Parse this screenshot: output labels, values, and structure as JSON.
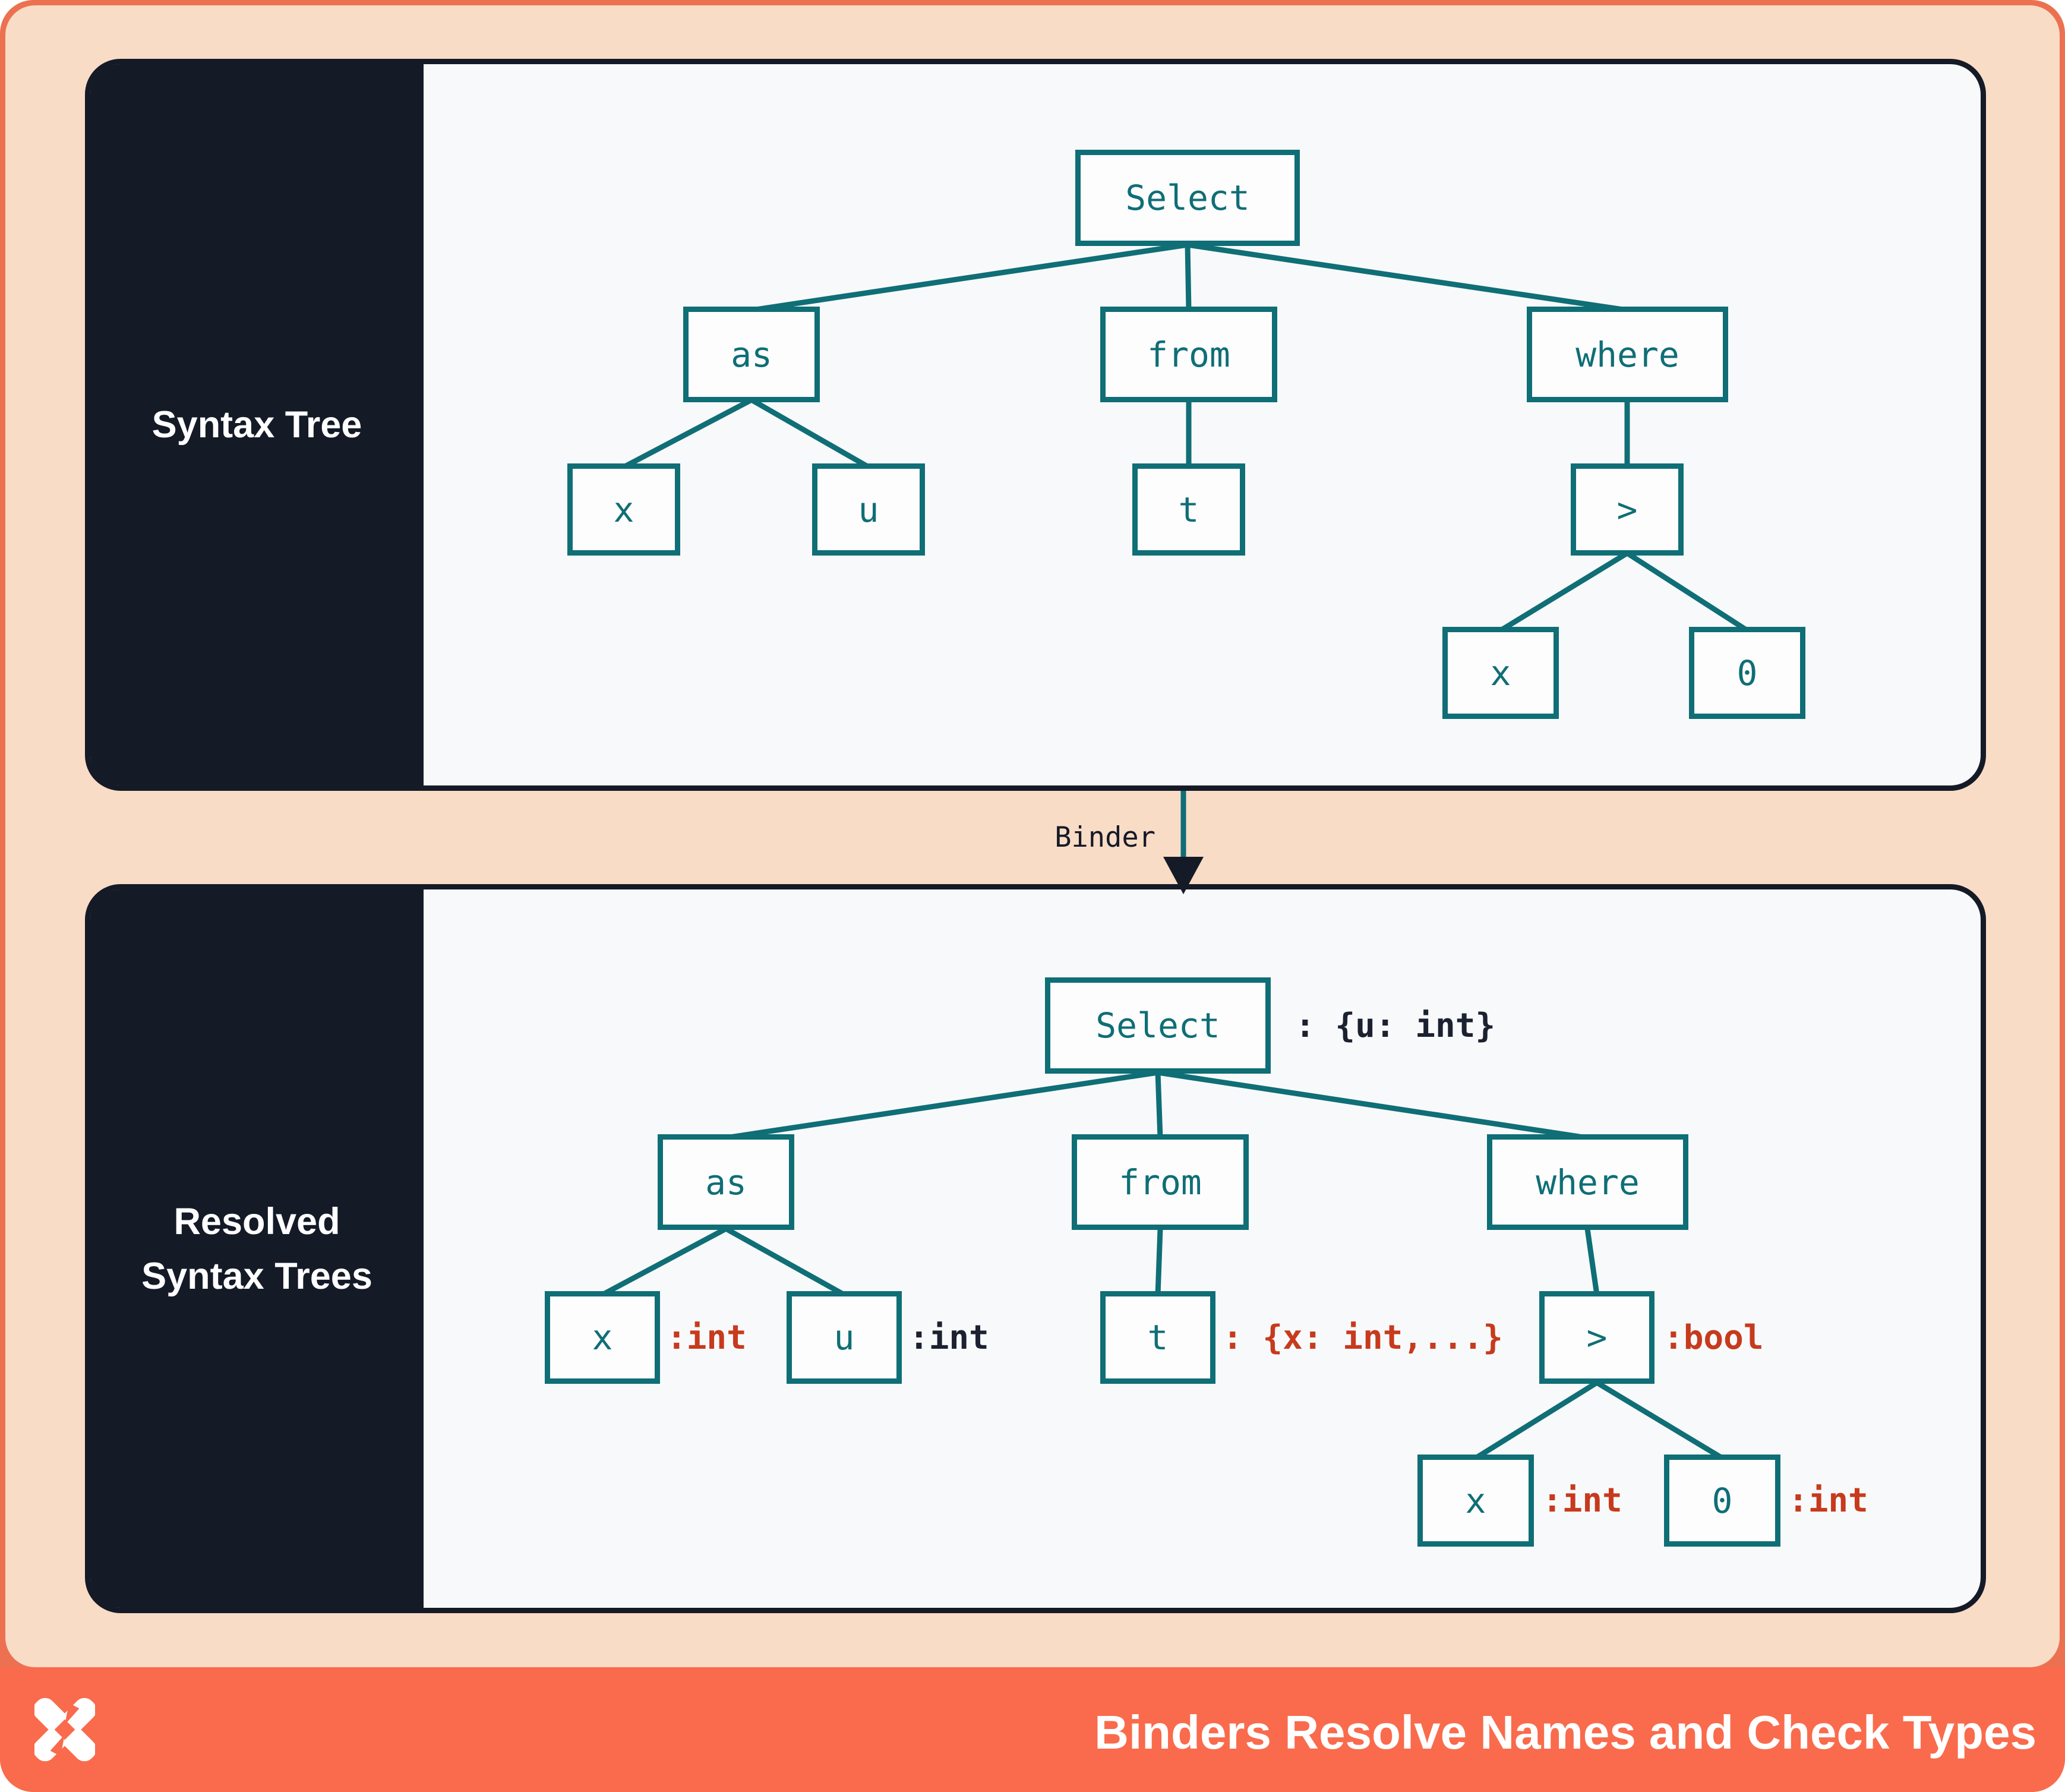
{
  "colors": {
    "frame_border": "#EC7151",
    "canvas_bg": "#F9DCC6",
    "footer_bg": "#F96B4C",
    "footer_text": "#FFFFFF",
    "panel_bg": "#F8F9FA",
    "panel_border": "#151A27",
    "sidebar_bg": "#151A27",
    "node_bg": "#FDFDFE",
    "node_teal": "#0F6E76",
    "annotation_red": "#C73A1D",
    "annotation_dark": "#1B2130"
  },
  "top_panel": {
    "sidebar_label": "Syntax Tree",
    "nodes": {
      "select": {
        "label": "Select"
      },
      "as": {
        "label": "as"
      },
      "from": {
        "label": "from"
      },
      "where": {
        "label": "where"
      },
      "x": {
        "label": "x"
      },
      "u": {
        "label": "u"
      },
      "t": {
        "label": "t"
      },
      "gt": {
        "label": ">"
      },
      "x2": {
        "label": "x"
      },
      "zero": {
        "label": "0"
      }
    }
  },
  "transform_arrow": {
    "label": "Binder"
  },
  "bottom_panel": {
    "sidebar_label_line1": "Resolved",
    "sidebar_label_line2": "Syntax Trees",
    "nodes": {
      "select": {
        "label": "Select",
        "annotation": ": {u: int}",
        "annotation_color": "dark"
      },
      "as": {
        "label": "as"
      },
      "from": {
        "label": "from"
      },
      "where": {
        "label": "where"
      },
      "x": {
        "label": "x",
        "annotation": ":int",
        "annotation_color": "red"
      },
      "u": {
        "label": "u",
        "annotation": ":int",
        "annotation_color": "dark"
      },
      "t": {
        "label": "t",
        "annotation": ": {x: int,...}",
        "annotation_color": "red"
      },
      "gt": {
        "label": ">",
        "annotation": ":bool",
        "annotation_color": "red"
      },
      "x2": {
        "label": "x",
        "annotation": ":int",
        "annotation_color": "red"
      },
      "zero": {
        "label": "0",
        "annotation": ":int",
        "annotation_color": "red"
      }
    }
  },
  "footer": {
    "title": "Binders Resolve Names and Check Types",
    "logo_icon": "x-logo"
  }
}
